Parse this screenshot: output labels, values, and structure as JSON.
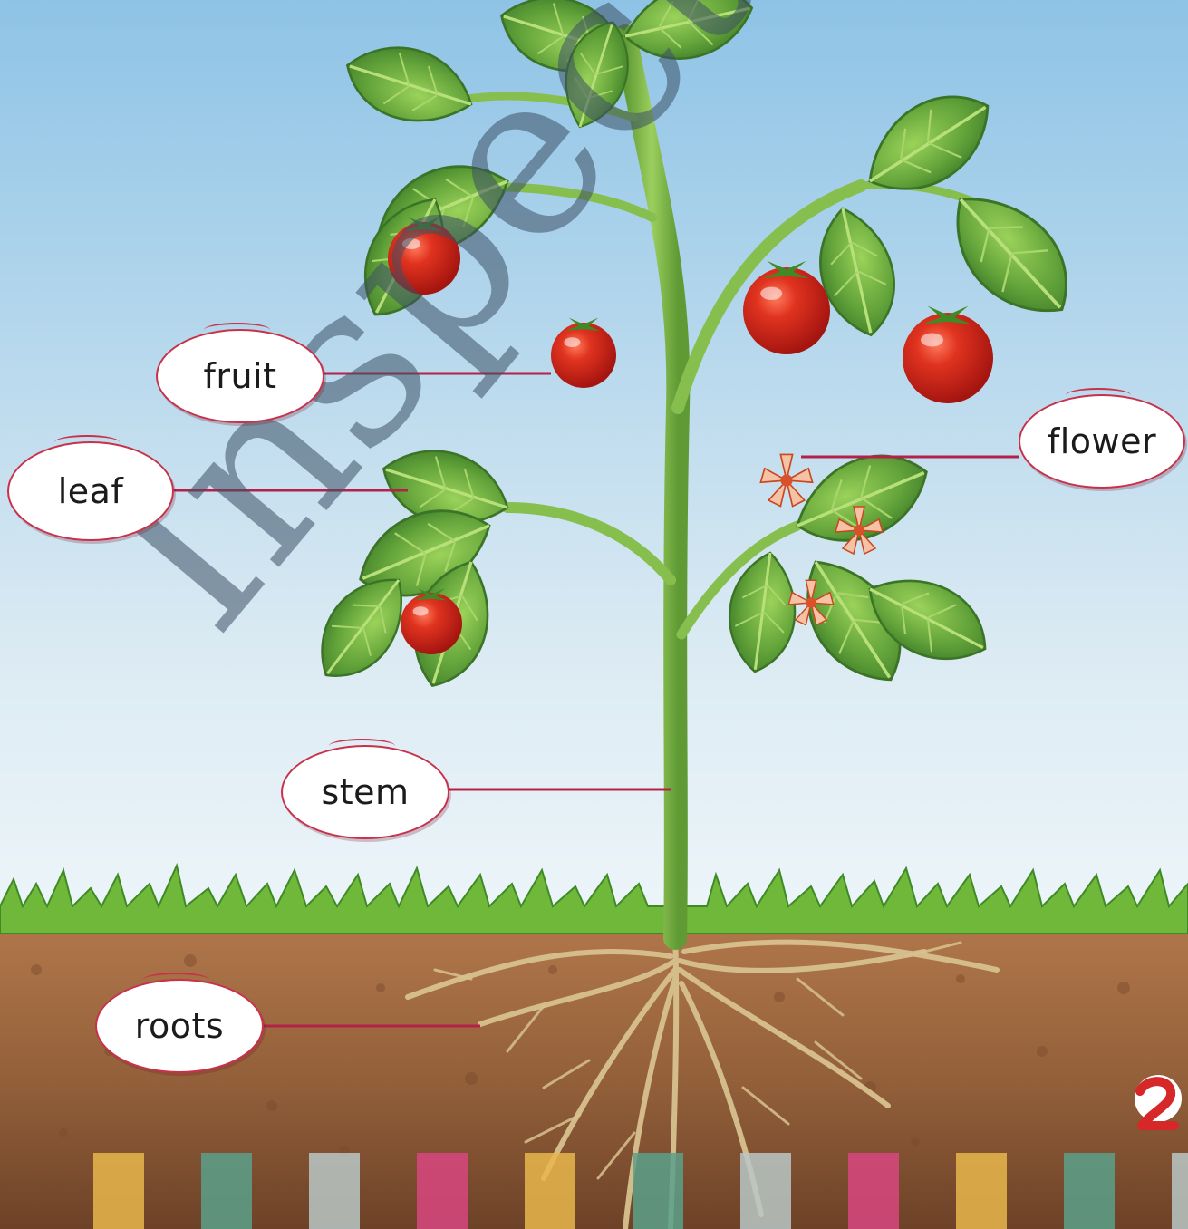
{
  "labels": {
    "fruit": "fruit",
    "leaf": "leaf",
    "flower": "flower",
    "stem": "stem",
    "roots": "roots"
  },
  "watermark": "Inspection Co",
  "colors": {
    "sky_top": "#8ec3e6",
    "sky_bottom": "#eef6fa",
    "leaf": "#6aaa3a",
    "leaf_dark": "#3f7d28",
    "stem": "#7fb84a",
    "tomato": "#d9281c",
    "grass": "#6fb83a",
    "soil_top": "#b0764a",
    "soil_bottom": "#7a4a2c",
    "root": "#d8c28f",
    "label_border": "#c8314a",
    "pointer_line": "#b3224a",
    "flower": "#f4a07a"
  },
  "decor_strip_colors": [
    "#e8b64b",
    "#5aa08a",
    "#b8c7c6",
    "#d84680",
    "#e8b64b",
    "#5aa08a",
    "#b8c7c6",
    "#d84680",
    "#e8b64b",
    "#5aa08a",
    "#b8c7c6"
  ]
}
